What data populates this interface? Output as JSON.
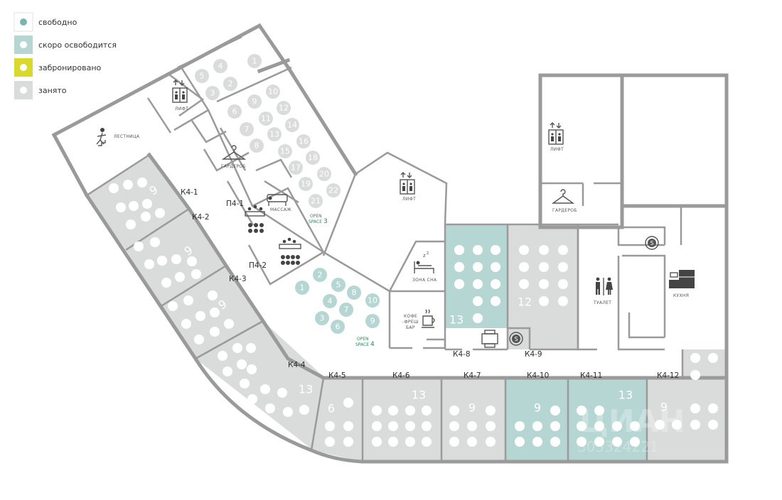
{
  "legend": {
    "free": "свободно",
    "soon": "скоро освободится",
    "reserved": "забронировано",
    "busy": "занято"
  },
  "colors": {
    "free": "#7cb4b0",
    "soon": "#b5d6d3",
    "reserved": "#d8d92c",
    "busy": "#dadcdb",
    "wall": "#9a9a9a",
    "open_space_label": "#2a8a5a"
  },
  "rooms": {
    "stairs": "ЛЕСТНИЦА",
    "lift_1": "ЛИФТ",
    "lift_2": "ЛИФТ",
    "lift_3": "ЛИФТ",
    "wardrobe_1": "ГАРДЕРОБ",
    "wardrobe_2": "ГАРДЕРОБ",
    "massage": "МАССАЖ",
    "sleep_zone": "ЗОНА СНА",
    "coffee_1": "КОФЕ",
    "coffee_2": "-ФРЕШ",
    "coffee_3": "БАР",
    "toilet": "ТУАЛЕТ",
    "kitchen": "КУХНЯ",
    "open_space_3_a": "OPEN",
    "open_space_3_b": "SPACE",
    "open_space_3_n": "3",
    "open_space_4_a": "OPEN",
    "open_space_4_b": "SPACE",
    "open_space_4_n": "4"
  },
  "office_labels": {
    "k4_1": "К4-1",
    "k4_2": "К4-2",
    "k4_3": "К4-3",
    "k4_4": "К4-4",
    "k4_5": "К4-5",
    "k4_6": "К4-6",
    "k4_7": "К4-7",
    "k4_8": "К4-8",
    "k4_9": "К4-9",
    "k4_10": "К4-10",
    "k4_11": "К4-11",
    "k4_12": "К4-12",
    "p4_1": "П4-1",
    "p4_2": "П4-2"
  },
  "office_capacity": {
    "k4_1": "9",
    "k4_2": "9",
    "k4_3": "9",
    "k4_4": "13",
    "k4_5": "6",
    "k4_6": "13",
    "k4_7": "9",
    "k4_8": "13",
    "k4_9": "12",
    "k4_10": "9",
    "k4_11": "13",
    "k4_12": "9"
  },
  "office_status": {
    "k4_1": "busy",
    "k4_2": "busy",
    "k4_3": "busy",
    "k4_4": "busy",
    "k4_5": "busy",
    "k4_6": "busy",
    "k4_7": "busy",
    "k4_8": "soon",
    "k4_9": "busy",
    "k4_10": "soon",
    "k4_11": "soon",
    "k4_12": "busy"
  },
  "open_space_3_seats": [
    "1",
    "2",
    "3",
    "4",
    "5",
    "6",
    "7",
    "8",
    "9",
    "10",
    "11",
    "12",
    "13",
    "14",
    "15",
    "16",
    "17",
    "18",
    "19",
    "20",
    "21",
    "22"
  ],
  "open_space_4_seats": [
    "1",
    "2",
    "3",
    "4",
    "5",
    "6",
    "7",
    "8",
    "9",
    "10"
  ],
  "watermark": {
    "brand": "ЦИАН",
    "id": "303324221"
  }
}
